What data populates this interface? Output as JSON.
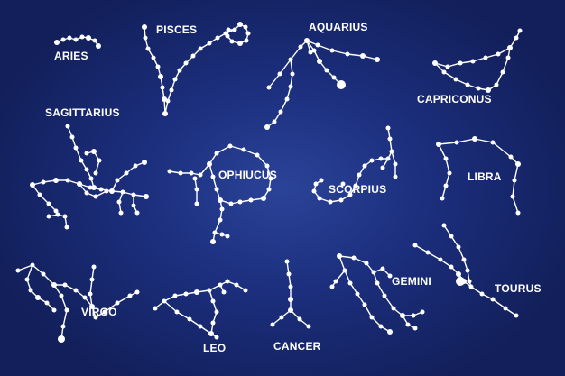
{
  "image": {
    "background_colors": [
      "#2b4398",
      "#1c2f7e",
      "#121f5a"
    ],
    "line_color": "#ffffff"
  },
  "constellations": [
    {
      "id": "aries",
      "label": "ARIES"
    },
    {
      "id": "pisces",
      "label": "PISCES"
    },
    {
      "id": "aquarius",
      "label": "AQUARIUS"
    },
    {
      "id": "capricornus",
      "label": "CAPRICONUS"
    },
    {
      "id": "sagittarius",
      "label": "SAGITTARIUS"
    },
    {
      "id": "ophiuchus",
      "label": "OPHIUCUS"
    },
    {
      "id": "scorpius",
      "label": "SCORPIUS"
    },
    {
      "id": "libra",
      "label": "LIBRA"
    },
    {
      "id": "virgo",
      "label": "VIRGO"
    },
    {
      "id": "leo",
      "label": "LEO"
    },
    {
      "id": "cancer",
      "label": "CANCER"
    },
    {
      "id": "gemini",
      "label": "GEMINI"
    },
    {
      "id": "taurus",
      "label": "TOURUS"
    }
  ]
}
